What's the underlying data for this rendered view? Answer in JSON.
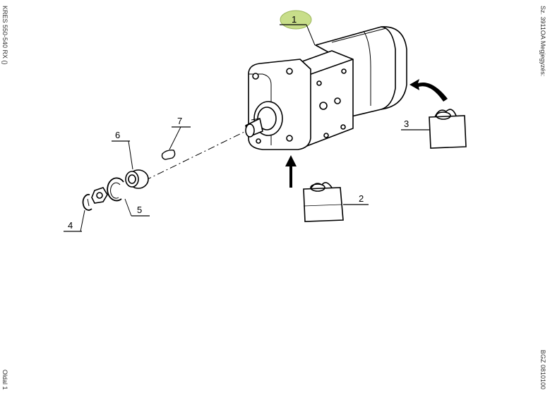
{
  "margin_text": {
    "left_top": "KRES 550-540 RX ()",
    "left_bottom": "Oldal 1",
    "right_top": "Sz. 3911OA    Megjegyzés:",
    "right_bottom": "BGZ 0810100"
  },
  "callouts": [
    {
      "id": "1",
      "highlight": true
    },
    {
      "id": "2",
      "highlight": false
    },
    {
      "id": "3",
      "highlight": false
    },
    {
      "id": "4",
      "highlight": false
    },
    {
      "id": "5",
      "highlight": false
    },
    {
      "id": "6",
      "highlight": false
    },
    {
      "id": "7",
      "highlight": false
    }
  ],
  "colors": {
    "highlight": "#c8de8a",
    "ink": "#000000"
  }
}
